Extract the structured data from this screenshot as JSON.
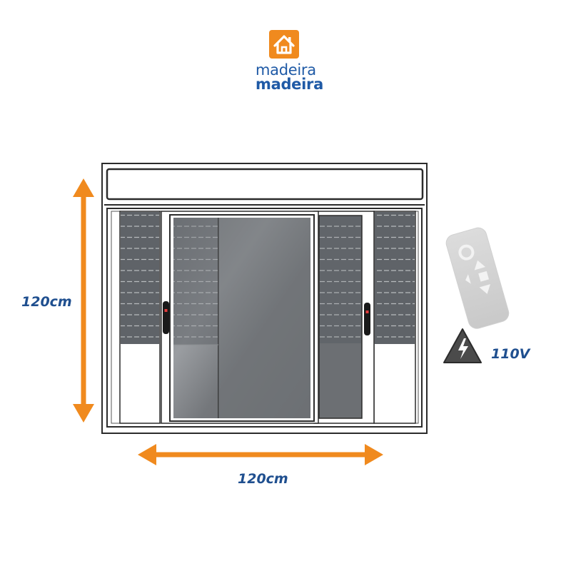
{
  "brand": {
    "name_line1": "madeira",
    "name_line2": "madeira",
    "icon": "house-icon",
    "colors": {
      "orange": "#f08a1e",
      "blue": "#1f5aa6"
    }
  },
  "dimensions": {
    "height_label": "120cm",
    "width_label": "120cm"
  },
  "electrical": {
    "voltage_label": "110V",
    "warning_icon": "high-voltage-warning-icon",
    "remote_icon": "remote-control-icon"
  },
  "colors": {
    "arrow": "#f08a1e",
    "label": "#1f4f8f",
    "frame_stroke": "#2b2b2b",
    "glass": "#6b6e72",
    "slats": "#5d6166"
  }
}
